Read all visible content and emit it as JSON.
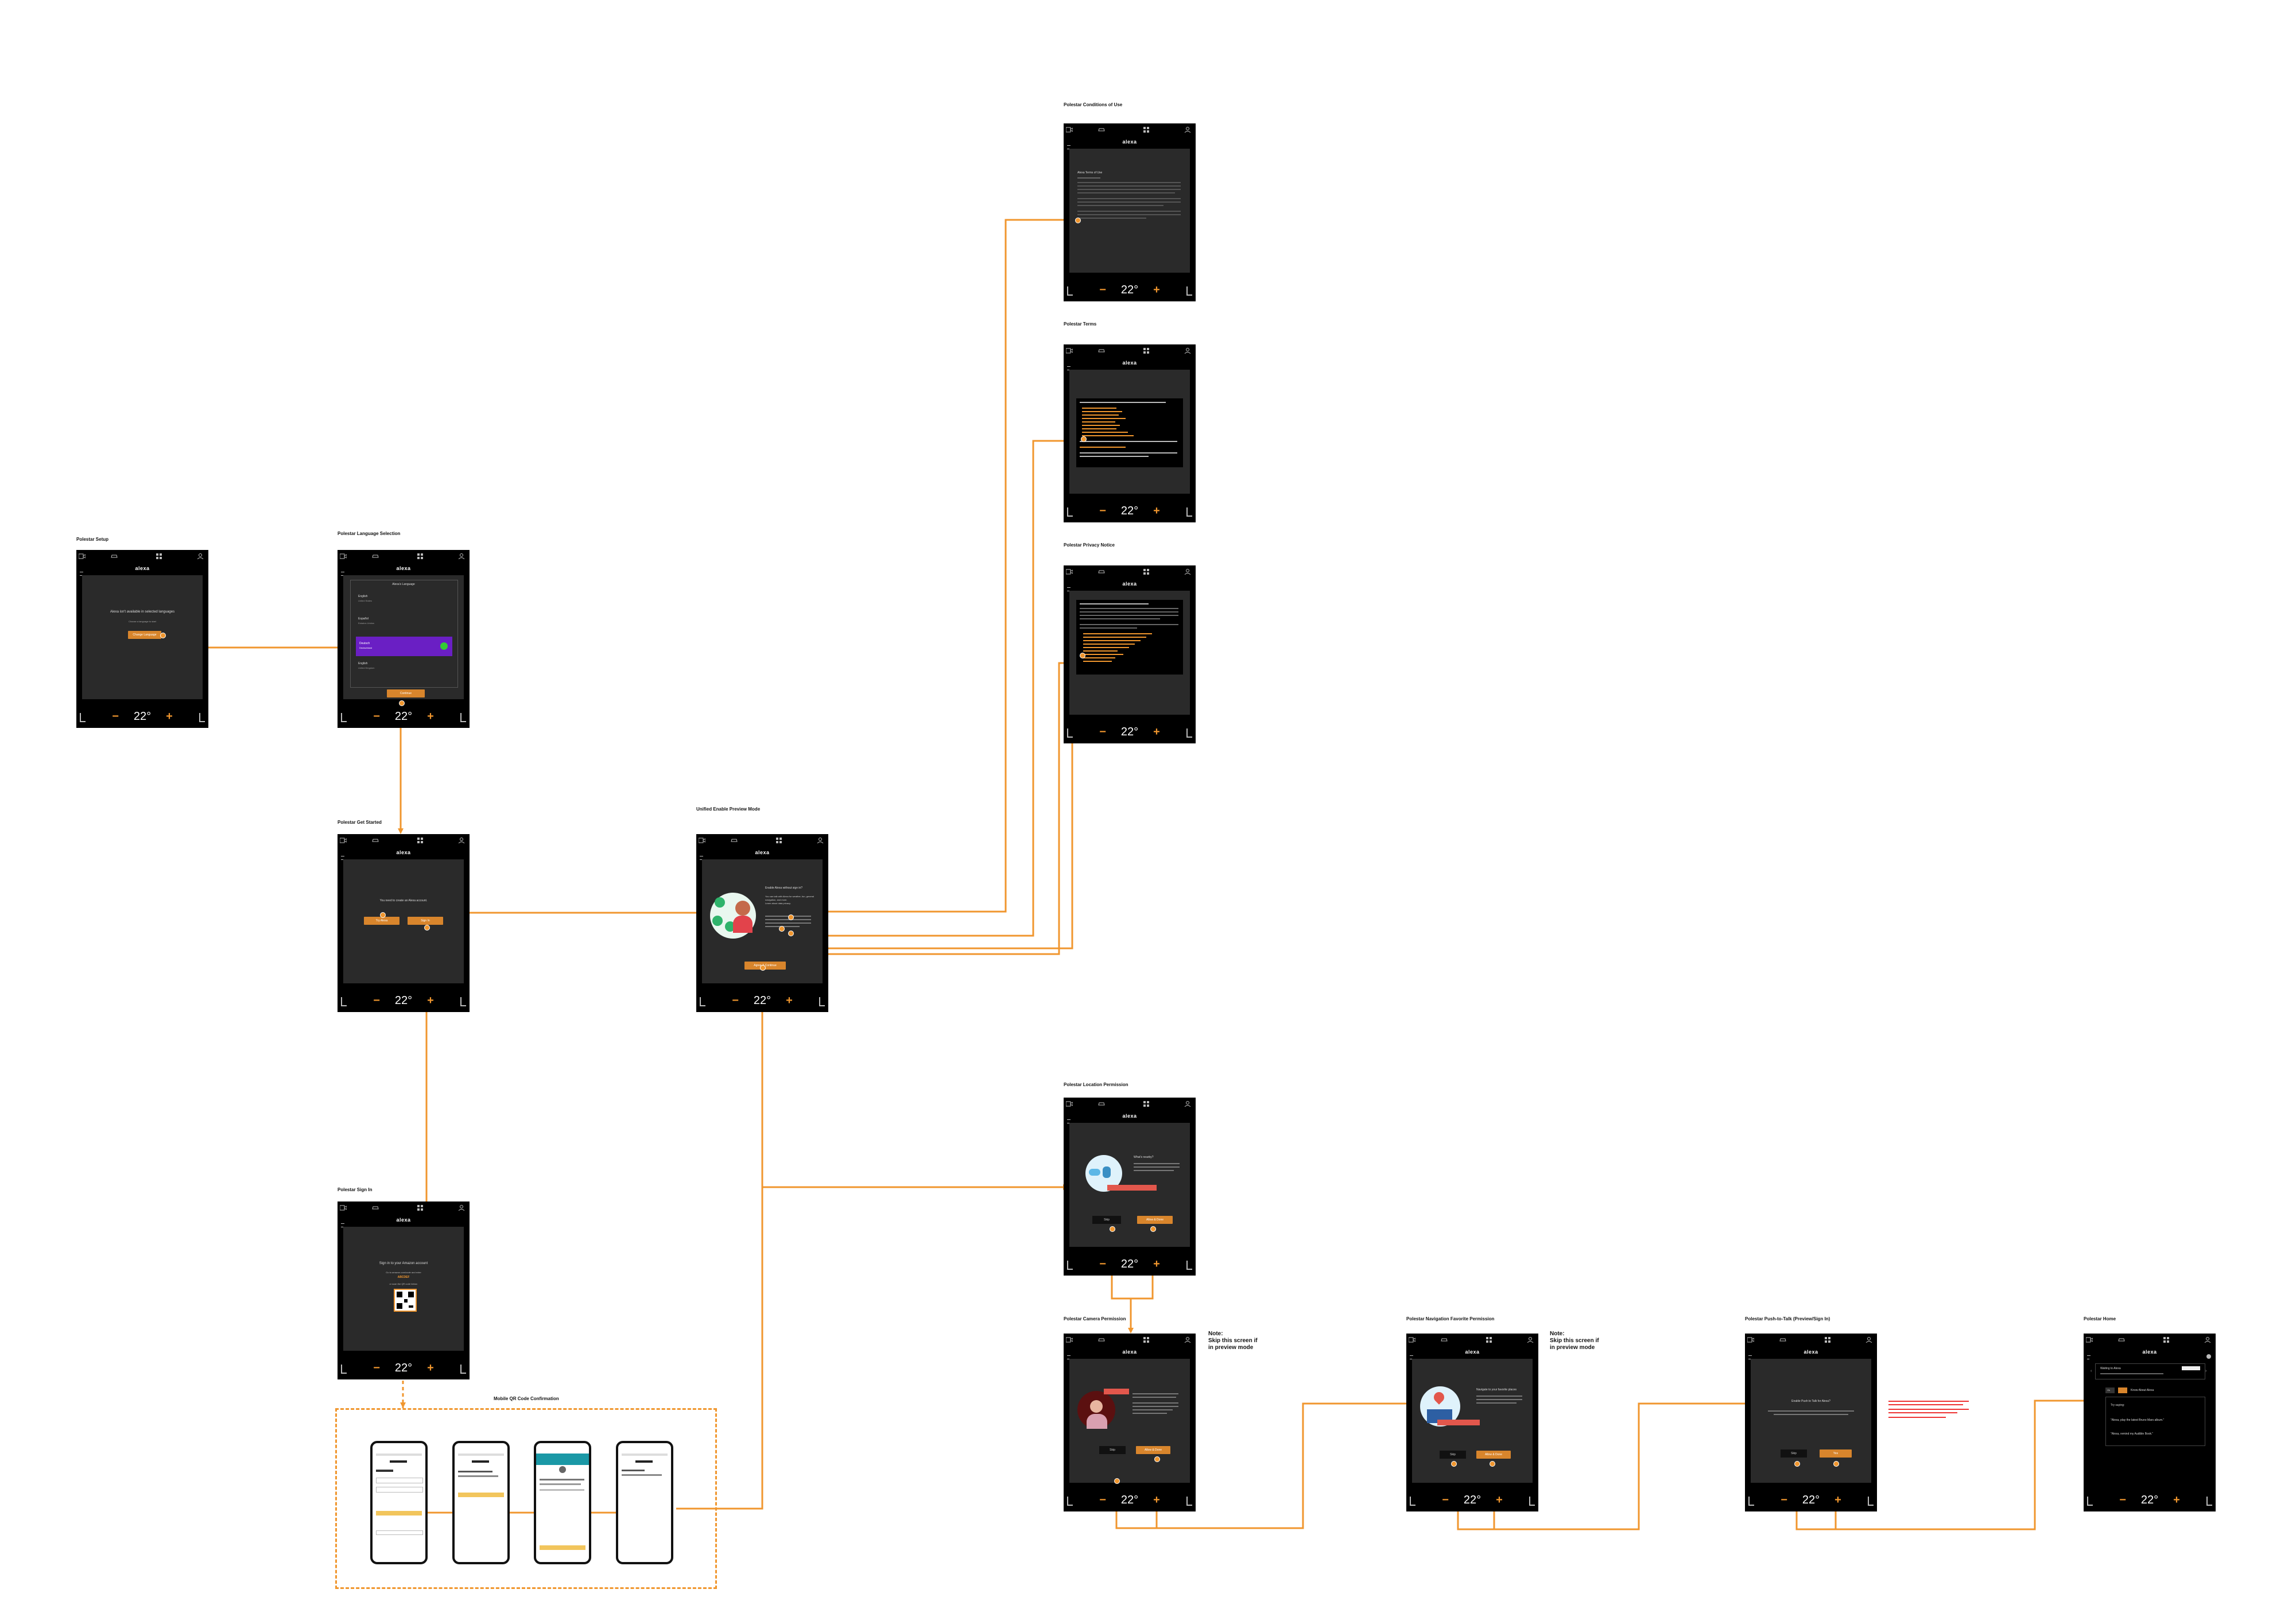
{
  "screens": {
    "setup": {
      "title": "Polestar Setup",
      "message": "Alexa isn't available in selected languages",
      "sub": "Choose a language to start",
      "button": "Change Language",
      "temp": "22°"
    },
    "language": {
      "title": "Polestar Language Selection",
      "heading": "Alexa's Language",
      "options": [
        {
          "label": "English",
          "sub": "United States"
        },
        {
          "label": "Español",
          "sub": "Estados Unidos"
        },
        {
          "label": "Deutsch",
          "sub": "Deutschland"
        },
        {
          "label": "English",
          "sub": "United Kingdom"
        }
      ],
      "button": "Continue",
      "temp": "22°"
    },
    "get_started": {
      "title": "Polestar Get Started",
      "message": "You need to create an Alexa account.",
      "btn_left": "Try Alexa",
      "btn_right": "Sign In",
      "temp": "22°"
    },
    "preview": {
      "title": "Unified Enable Preview Mode",
      "heading": "Enable Alexa without sign in?",
      "button": "Agree & Continue",
      "temp": "22°"
    },
    "sign_in": {
      "title": "Polestar Sign In",
      "line1": "Sign in to your Amazon account",
      "line2": "Go to amazon.com/code and enter",
      "code": "ABCDEF",
      "line3": "or scan the QR code below.",
      "temp": "22°"
    },
    "conditions": {
      "title": "Polestar Conditions of Use",
      "heading": "Alexa Terms of Use",
      "temp": "22°"
    },
    "terms": {
      "title": "Polestar Terms",
      "temp": "22°"
    },
    "privacy": {
      "title": "Polestar Privacy Notice",
      "temp": "22°"
    },
    "location": {
      "title": "Polestar Location Permission",
      "heading": "What's nearby?",
      "btn_left": "Skip",
      "btn_right": "Allow & Done",
      "temp": "22°"
    },
    "camera": {
      "title": "Polestar Camera Permission",
      "btn_left": "Skip",
      "btn_right": "Allow & Done",
      "temp": "22°",
      "note": "Note:\nSkip this screen if\nin preview mode"
    },
    "nav_fav": {
      "title": "Polestar Navigation Favorite Permission",
      "heading": "Navigate to your favorite places",
      "btn_left": "Skip",
      "btn_right": "Allow & Done",
      "temp": "22°",
      "note": "Note:\nSkip this screen if\nin preview mode"
    },
    "ptt": {
      "title": "Polestar Push-to-Talk (Preview/Sign In)",
      "heading": "Enable Push to Talk for Alexa?",
      "btn_left": "Skip",
      "btn_right": "Yes",
      "temp": "22°"
    },
    "home": {
      "title": "Polestar Home",
      "row1": "Waiting to Alexa",
      "chip": "Ok",
      "tab": "Know About Alexa",
      "list_head": "Try saying:",
      "items": [
        "\"Alexa, play the latest Bruno Mars album.\"",
        "\"Alexa, remind my Audible Book.\""
      ],
      "temp": "22°"
    }
  },
  "mobile": {
    "title": "Mobile QR Code Confirmation"
  },
  "brand": {
    "logo": "alexa",
    "accent": "#f0962e",
    "button": "#d8852c",
    "screen_bg": "#000000",
    "canvas_bg": "#2a2a2a",
    "purple": "#6a1fc4"
  }
}
